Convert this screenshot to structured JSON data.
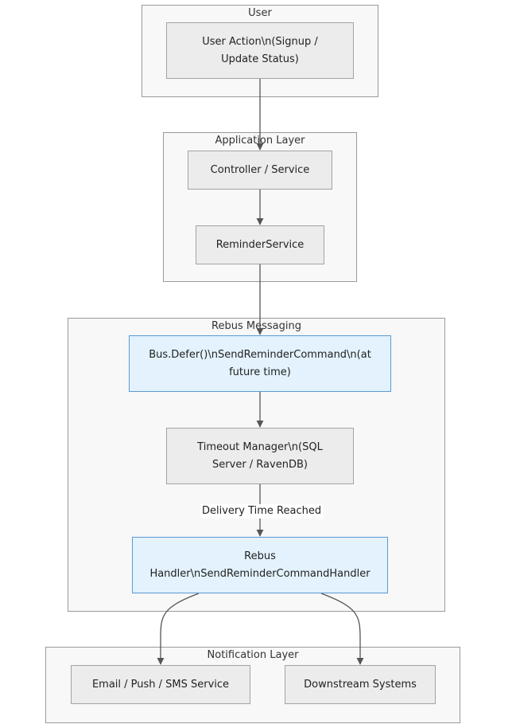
{
  "clusters": {
    "user": {
      "title": "User"
    },
    "application": {
      "title": "Application Layer"
    },
    "rebus": {
      "title": "Rebus Messaging"
    },
    "notification": {
      "title": "Notification Layer"
    }
  },
  "nodes": {
    "user_action": "User Action\\n(Signup /\nUpdate Status)",
    "controller": "Controller / Service",
    "reminder_service": "ReminderService",
    "bus_defer": "Bus.Defer()\\nSendReminderCommand\\n(at\nfuture time)",
    "timeout_manager": "Timeout Manager\\n(SQL\nServer / RavenDB)",
    "rebus_handler": "Rebus\nHandler\\nSendReminderCommandHandler",
    "email_service": "Email / Push / SMS Service",
    "downstream": "Downstream Systems"
  },
  "edges": {
    "delivery_label": "Delivery Time Reached"
  },
  "colors": {
    "node_fill": "#ececec",
    "highlight_fill": "#e3f2fd",
    "highlight_border": "#5b9bd5",
    "edge": "#555555"
  }
}
